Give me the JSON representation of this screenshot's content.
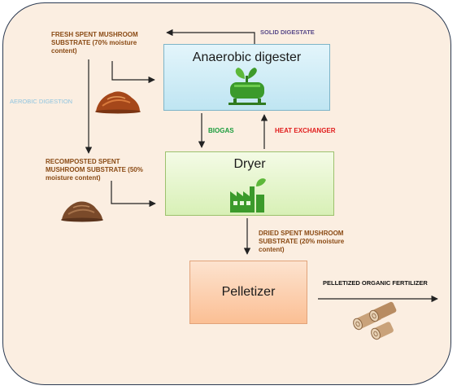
{
  "nodes": {
    "digester": "Anaerobic digester",
    "dryer": "Dryer",
    "pelletizer": "Pelletizer"
  },
  "labels": {
    "fresh_sms": "FRESH SPENT MUSHROOM\nSUBSTRATE (70% moisture\ncontent)",
    "solid_digestate": "SOLID DIGESTATE",
    "aerobic_digestion": "AEROBIC DIGESTION",
    "biogas": "BIOGAS",
    "heat_exchanger": "HEAT EXCHANGER",
    "recomposted_sms": "RECOMPOSTED SPENT\nMUSHROOM SUBSTRATE (50%\nmoisture  content)",
    "dried_sms": "DRIED SPENT MUSHROOM\nSUBSTRATE (20% moisture\ncontent)",
    "pelletized_fertilizer": "PELLETIZED ORGANIC FERTILIZER"
  },
  "icons": {
    "digester": "biogas-tank-icon",
    "dryer": "factory-icon",
    "fresh_pile": "compost-pile-icon",
    "recomposted_pile": "compost-pile-icon",
    "pellets": "pellets-icon"
  },
  "colors": {
    "background": "#fbeee1",
    "digester_fill": "#bfe5f2",
    "dryer_fill": "#d8f0b6",
    "pelletizer_fill": "#fbbf94",
    "substrate_label": "#8a4a14",
    "biogas": "#1a9c3c",
    "heat_exchanger": "#e11b1b",
    "solid_digestate": "#5b4c8a",
    "aerobic_digestion": "#8fc4e0"
  }
}
